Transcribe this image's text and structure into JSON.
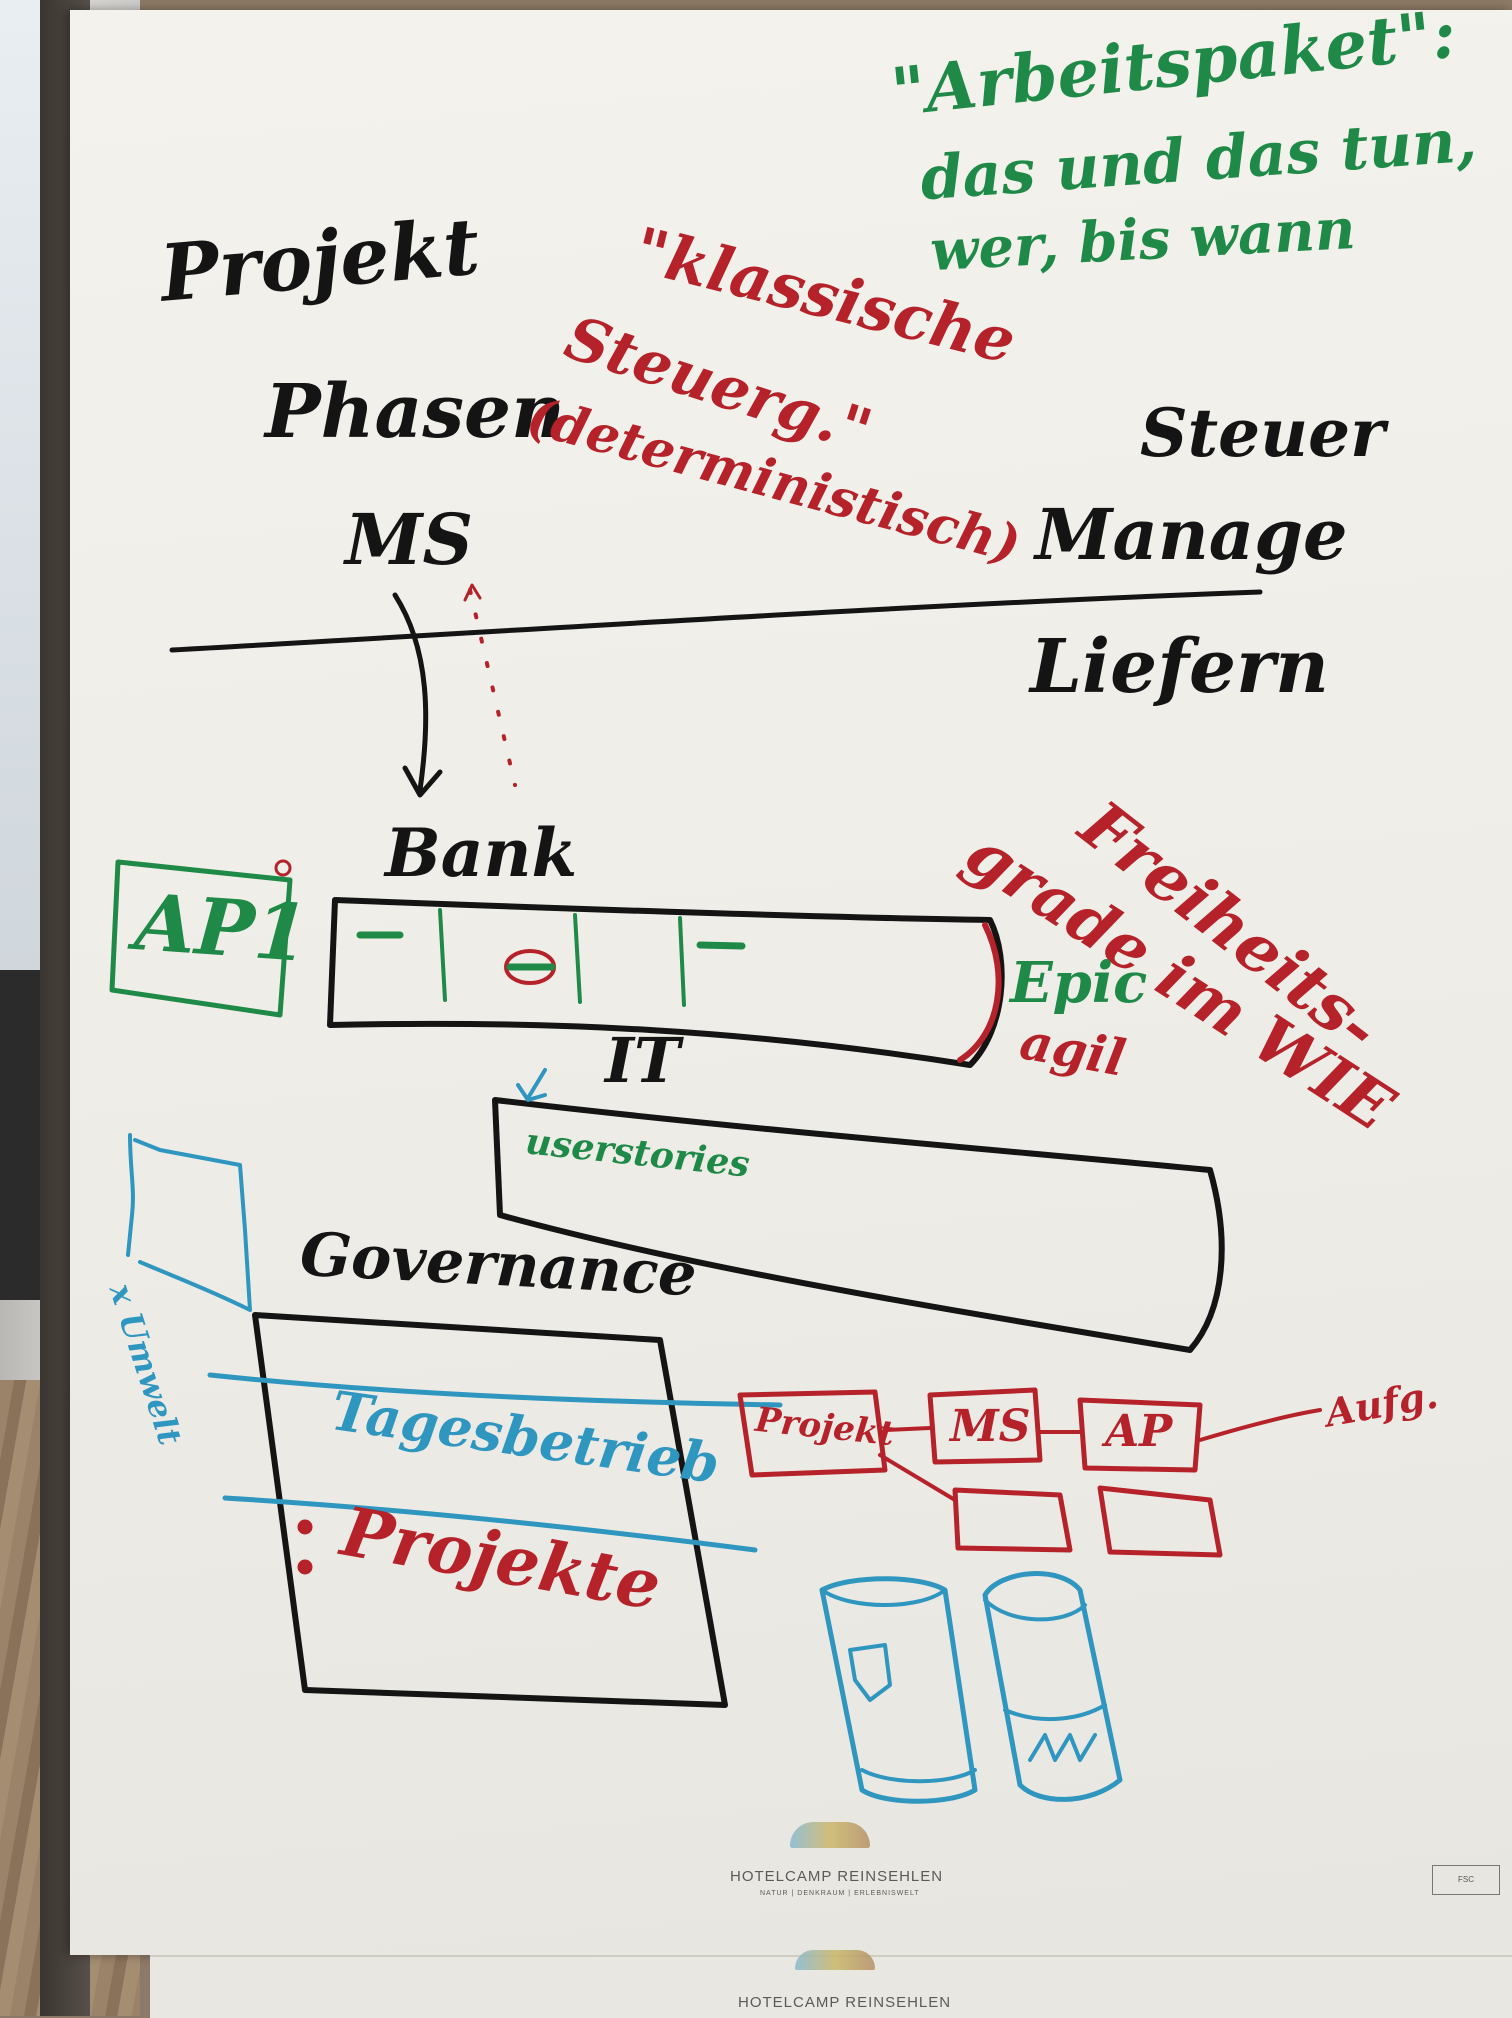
{
  "flipchart": {
    "work_package_note": [
      "\"Arbeitspaket\":",
      "das und das tun,",
      "wer, bis wann"
    ],
    "left_header": [
      "Projekt",
      "Phasen",
      "MS"
    ],
    "classic_control": [
      "\"klassische",
      "Steuerg.\"",
      "(deterministisch)"
    ],
    "right_header": [
      "Steuer",
      "Manage"
    ],
    "deliver": "Liefern",
    "degrees_of_freedom": [
      "Freiheits-",
      "grade im WIE"
    ],
    "bank_label": "Bank",
    "ap_box": "AP1",
    "epic_label": [
      "Epic",
      "agil"
    ],
    "it_label": "IT",
    "userstories_label": "userstories",
    "governance_label": "Governance",
    "umwelt_label": "x Umwelt",
    "tagesbetrieb_label": "Tagesbetrieb",
    "projekte_label": "Projekte",
    "chain": {
      "projekt": "Projekt",
      "ms": "MS",
      "ap": "AP",
      "aufg": "Aufg."
    }
  },
  "footer": {
    "brand": "HOTELCAMP REINSEHLEN",
    "tagline": "NATUR | DENKRAUM | ERLEBNISWELT",
    "brand_lower": "HOTELCAMP REINSEHLEN"
  },
  "colors": {
    "black_ink": "#141414",
    "green_ink": "#1f8a47",
    "red_ink": "#b5222a",
    "blue_ink": "#2f96c0",
    "paper": "#f2f0ea"
  }
}
